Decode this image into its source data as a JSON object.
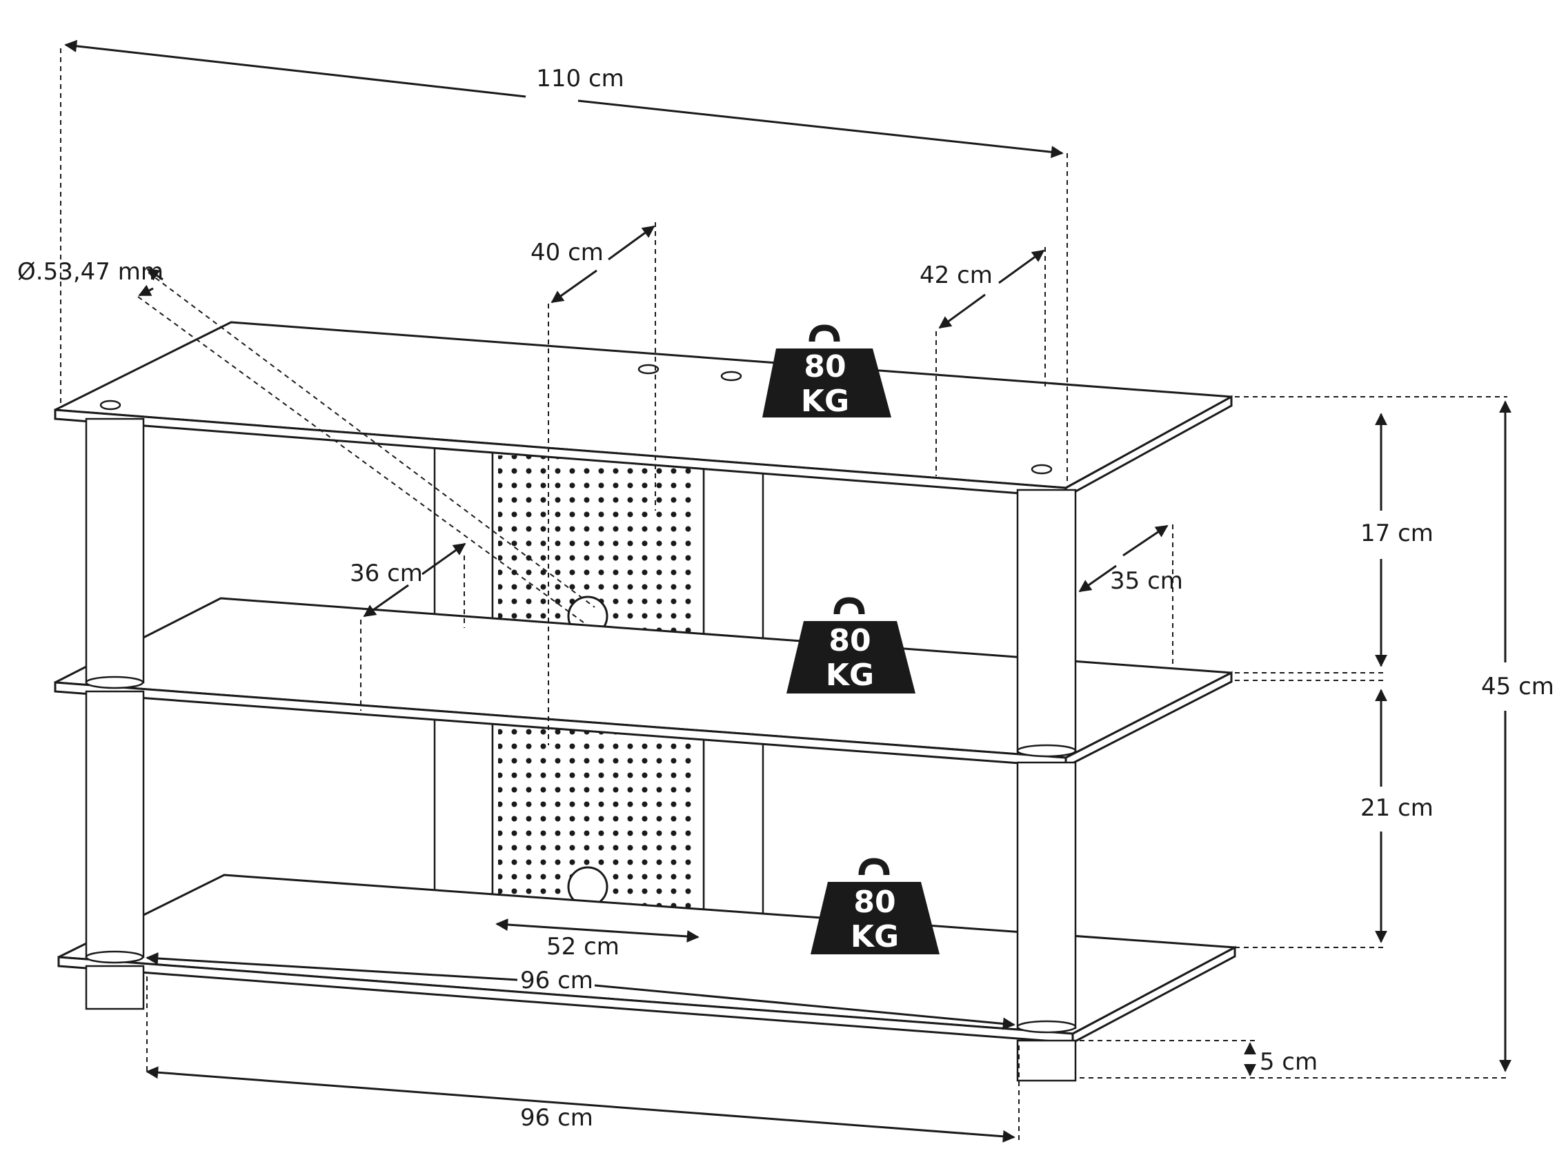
{
  "diagram": {
    "dimensions": {
      "total_width": "110 cm",
      "leg_diameter": "Ø.53,47 mm",
      "top_depth_mid": "40 cm",
      "top_depth_right": "42 cm",
      "middle_depth_left": "36 cm",
      "middle_depth_right": "35 cm",
      "gap_top": "17 cm",
      "gap_bottom": "21 cm",
      "total_height": "45 cm",
      "panel_width": "52 cm",
      "inner_width": "96 cm",
      "foot_width": "96 cm",
      "foot_height": "5 cm"
    },
    "weight_badges": [
      {
        "number": "80",
        "unit": "KG"
      },
      {
        "number": "80",
        "unit": "KG"
      },
      {
        "number": "80",
        "unit": "KG"
      }
    ]
  }
}
